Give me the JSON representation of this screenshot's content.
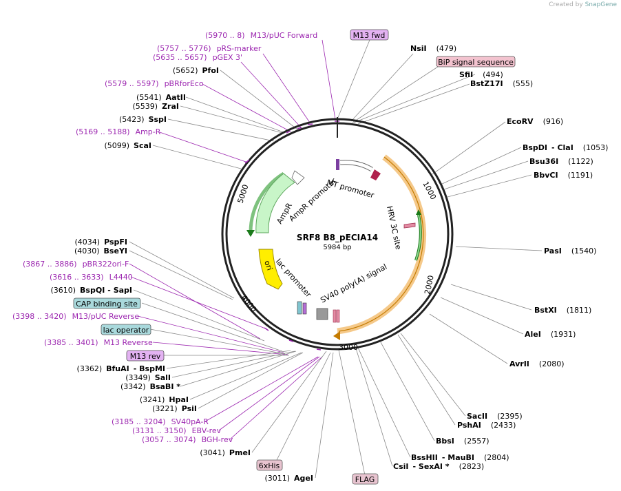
{
  "credit": {
    "prefix": "Created by",
    "brand": "SnapGene"
  },
  "plasmid": {
    "name": "SRF8 B8_pECIA14",
    "size_label": "5984 bp",
    "total_bp": 5984
  },
  "ticks": [
    "1000",
    "2000",
    "3000",
    "4000",
    "5000"
  ],
  "boxed_labels": [
    {
      "id": "m13fwd",
      "text": "M13 fwd",
      "color": "#e3b2f2"
    },
    {
      "id": "bip",
      "text": "BiP signal sequence",
      "color": "#f3c3cf"
    },
    {
      "id": "cap",
      "text": "CAP binding site",
      "color": "#a9d9dc"
    },
    {
      "id": "lacop",
      "text": "lac operator",
      "color": "#a9d9dc"
    },
    {
      "id": "m13rev",
      "text": "M13 rev",
      "color": "#e3b2f2"
    },
    {
      "id": "6xhis",
      "text": "6xHis",
      "color": "#e8c4d0"
    },
    {
      "id": "flag",
      "text": "FLAG",
      "color": "#e8c4d0"
    }
  ],
  "sites_right": [
    {
      "name": "NsiI",
      "pos": "(479)"
    },
    {
      "name": "SfiI",
      "pos": "(494)"
    },
    {
      "name": "BstZ17I",
      "pos": "(555)"
    },
    {
      "name": "EcoRV",
      "pos": "(916)"
    },
    {
      "name": "BspDI",
      "name2": "ClaI",
      "pos": "(1053)"
    },
    {
      "name": "Bsu36I",
      "pos": "(1122)"
    },
    {
      "name": "BbvCI",
      "pos": "(1191)"
    },
    {
      "name": "PasI",
      "pos": "(1540)"
    },
    {
      "name": "BstXI",
      "pos": "(1811)"
    },
    {
      "name": "AleI",
      "pos": "(1931)"
    },
    {
      "name": "AvrII",
      "pos": "(2080)"
    },
    {
      "name": "SacII",
      "pos": "(2395)"
    },
    {
      "name": "PshAI",
      "pos": "(2433)"
    },
    {
      "name": "BbsI",
      "pos": "(2557)"
    },
    {
      "name": "BssHII",
      "name2": "MauBI",
      "pos": "(2804)"
    },
    {
      "name": "CsiI",
      "name2": "SexAI *",
      "pos": "(2823)"
    }
  ],
  "sites_left": [
    {
      "pos": "(5652)",
      "name": "PfoI"
    },
    {
      "pos": "(5541)",
      "name": "AatII"
    },
    {
      "pos": "(5539)",
      "name": "ZraI"
    },
    {
      "pos": "(5423)",
      "name": "SspI"
    },
    {
      "pos": "(5099)",
      "name": "ScaI"
    },
    {
      "pos": "(4034)",
      "name": "PspFI"
    },
    {
      "pos": "(4030)",
      "name": "BseYI"
    },
    {
      "pos": "(3610)",
      "name": "BspQI",
      "name2": "SapI"
    },
    {
      "pos": "(3362)",
      "name": "BfuAI",
      "name2": "BspMI"
    },
    {
      "pos": "(3349)",
      "name": "SalI"
    },
    {
      "pos": "(3342)",
      "name": "BsaBI *"
    },
    {
      "pos": "(3241)",
      "name": "HpaI"
    },
    {
      "pos": "(3221)",
      "name": "PsiI"
    },
    {
      "pos": "(3041)",
      "name": "PmeI"
    },
    {
      "pos": "(3011)",
      "name": "AgeI"
    }
  ],
  "primers": [
    {
      "range": "(5970 .. 8)",
      "name": "M13/pUC Forward"
    },
    {
      "range": "(5757 .. 5776)",
      "name": "pRS-marker"
    },
    {
      "range": "(5635 .. 5657)",
      "name": "pGEX 3'"
    },
    {
      "range": "(5579 .. 5597)",
      "name": "pBRforEco"
    },
    {
      "range": "(5169 .. 5188)",
      "name": "Amp-R"
    },
    {
      "range": "(3867 .. 3886)",
      "name": "pBR322ori-F"
    },
    {
      "range": "(3616 .. 3633)",
      "name": "L4440"
    },
    {
      "range": "(3398 .. 3420)",
      "name": "M13/pUC Reverse"
    },
    {
      "range": "(3385 .. 3401)",
      "name": "M13 Reverse"
    },
    {
      "range": "(3185 .. 3204)",
      "name": "SV40pA-R"
    },
    {
      "range": "(3131 .. 3150)",
      "name": "EBV-rev"
    },
    {
      "range": "(3057 .. 3074)",
      "name": "BGH-rev"
    }
  ],
  "features": {
    "mt_promoter": "MT promoter",
    "hrv": "HRV 3C site",
    "sv40": "SV40 poly(A) signal",
    "lac_promoter": "lac promoter",
    "ori": "ori",
    "ampr": "AmpR",
    "ampr_promoter": "AmpR promoter"
  },
  "colors": {
    "backbone": "#222222",
    "primer": "#9c27b0",
    "ampr": "#c8f5c8",
    "ori": "#ffff00",
    "orange": "#f5a623",
    "green_arrow": "#3c9a3c"
  }
}
